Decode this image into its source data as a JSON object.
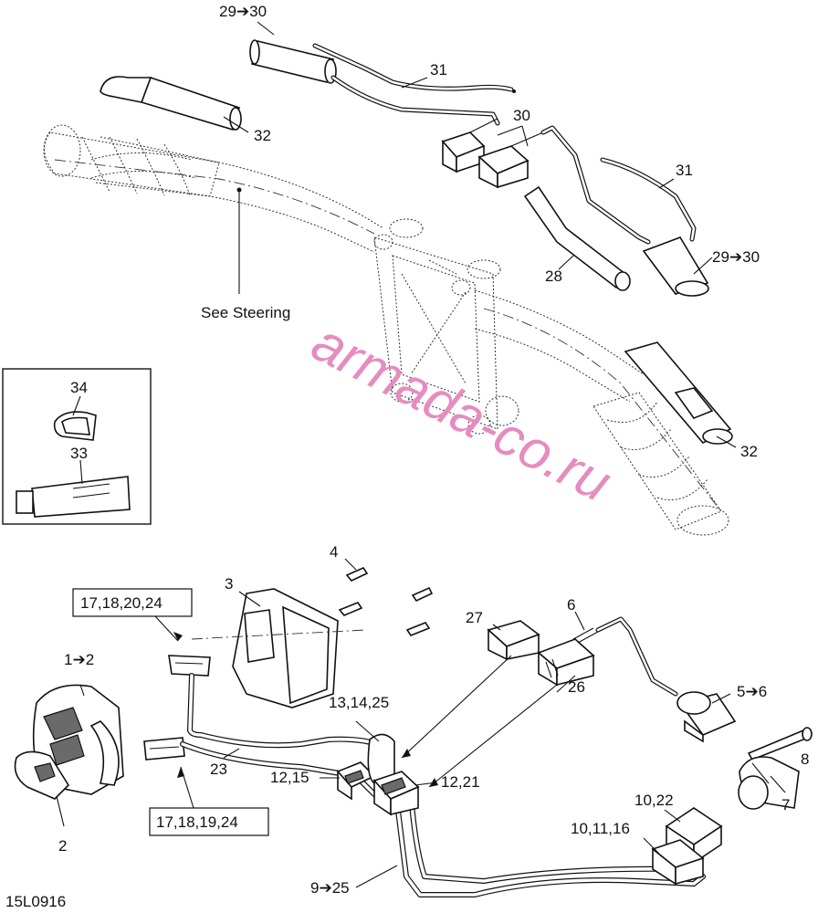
{
  "watermark": "armada-co.ru",
  "drawing_id": "15L0916",
  "note_see_steering": "See Steering",
  "callouts": {
    "c29_30_top": "29➔30",
    "c31_top": "31",
    "c32_top": "32",
    "c30": "30",
    "c31_right": "31",
    "c29_30_right": "29➔30",
    "c28": "28",
    "c32_bottom": "32",
    "c34": "34",
    "c33": "33",
    "c4": "4",
    "c3": "3",
    "c17_18_20_24": "17,18,20,24",
    "c27": "27",
    "c6": "6",
    "c26": "26",
    "c5_6": "5➔6",
    "c1_2": "1➔2",
    "c13_14_25": "13,14,25",
    "c8": "8",
    "c12_15": "12,15",
    "c12_21": "12,21",
    "c23": "23",
    "c7": "7",
    "c10_22": "10,22",
    "c10_11_16": "10,11,16",
    "c2": "2",
    "c17_18_19_24": "17,18,19,24",
    "c9_25": "9➔25"
  }
}
